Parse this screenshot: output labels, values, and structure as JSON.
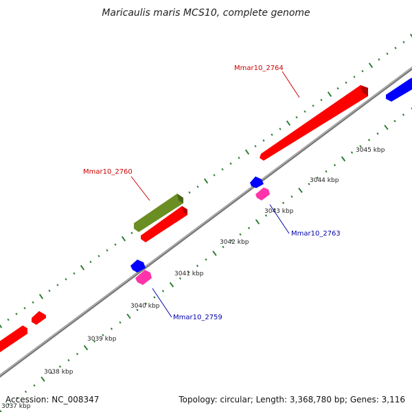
{
  "title": "Maricaulis maris MCS10, complete genome",
  "footer": {
    "accession": "Accession: NC_008347",
    "summary": "Topology: circular; Length: 3,368,780 bp; Genes: 3,116"
  },
  "colors": {
    "backbone": "#8a8a8a",
    "tick": "#2e7d32",
    "forward_cds": "#ff0000",
    "forward_other": "#6b8e23",
    "reverse_cds": "#0000ff",
    "reverse_other": "#ff33aa",
    "label_red": "#cc0000",
    "label_blue": "#0000aa"
  },
  "ticks": [
    {
      "label": "3038 kbp"
    },
    {
      "label": "3039 kbp"
    },
    {
      "label": "3040 kbp"
    },
    {
      "label": "3041 kbp"
    },
    {
      "label": "3042 kbp"
    },
    {
      "label": "3043 kbp"
    },
    {
      "label": "3044 kbp"
    },
    {
      "label": "3045 kbp"
    }
  ],
  "gene_labels": {
    "g2760": "Mmar10_2760",
    "g2764": "Mmar10_2764",
    "g2763": "Mmar10_2763",
    "g2759": "Mmar10_2759",
    "corner_tick": "3037 kbp"
  }
}
